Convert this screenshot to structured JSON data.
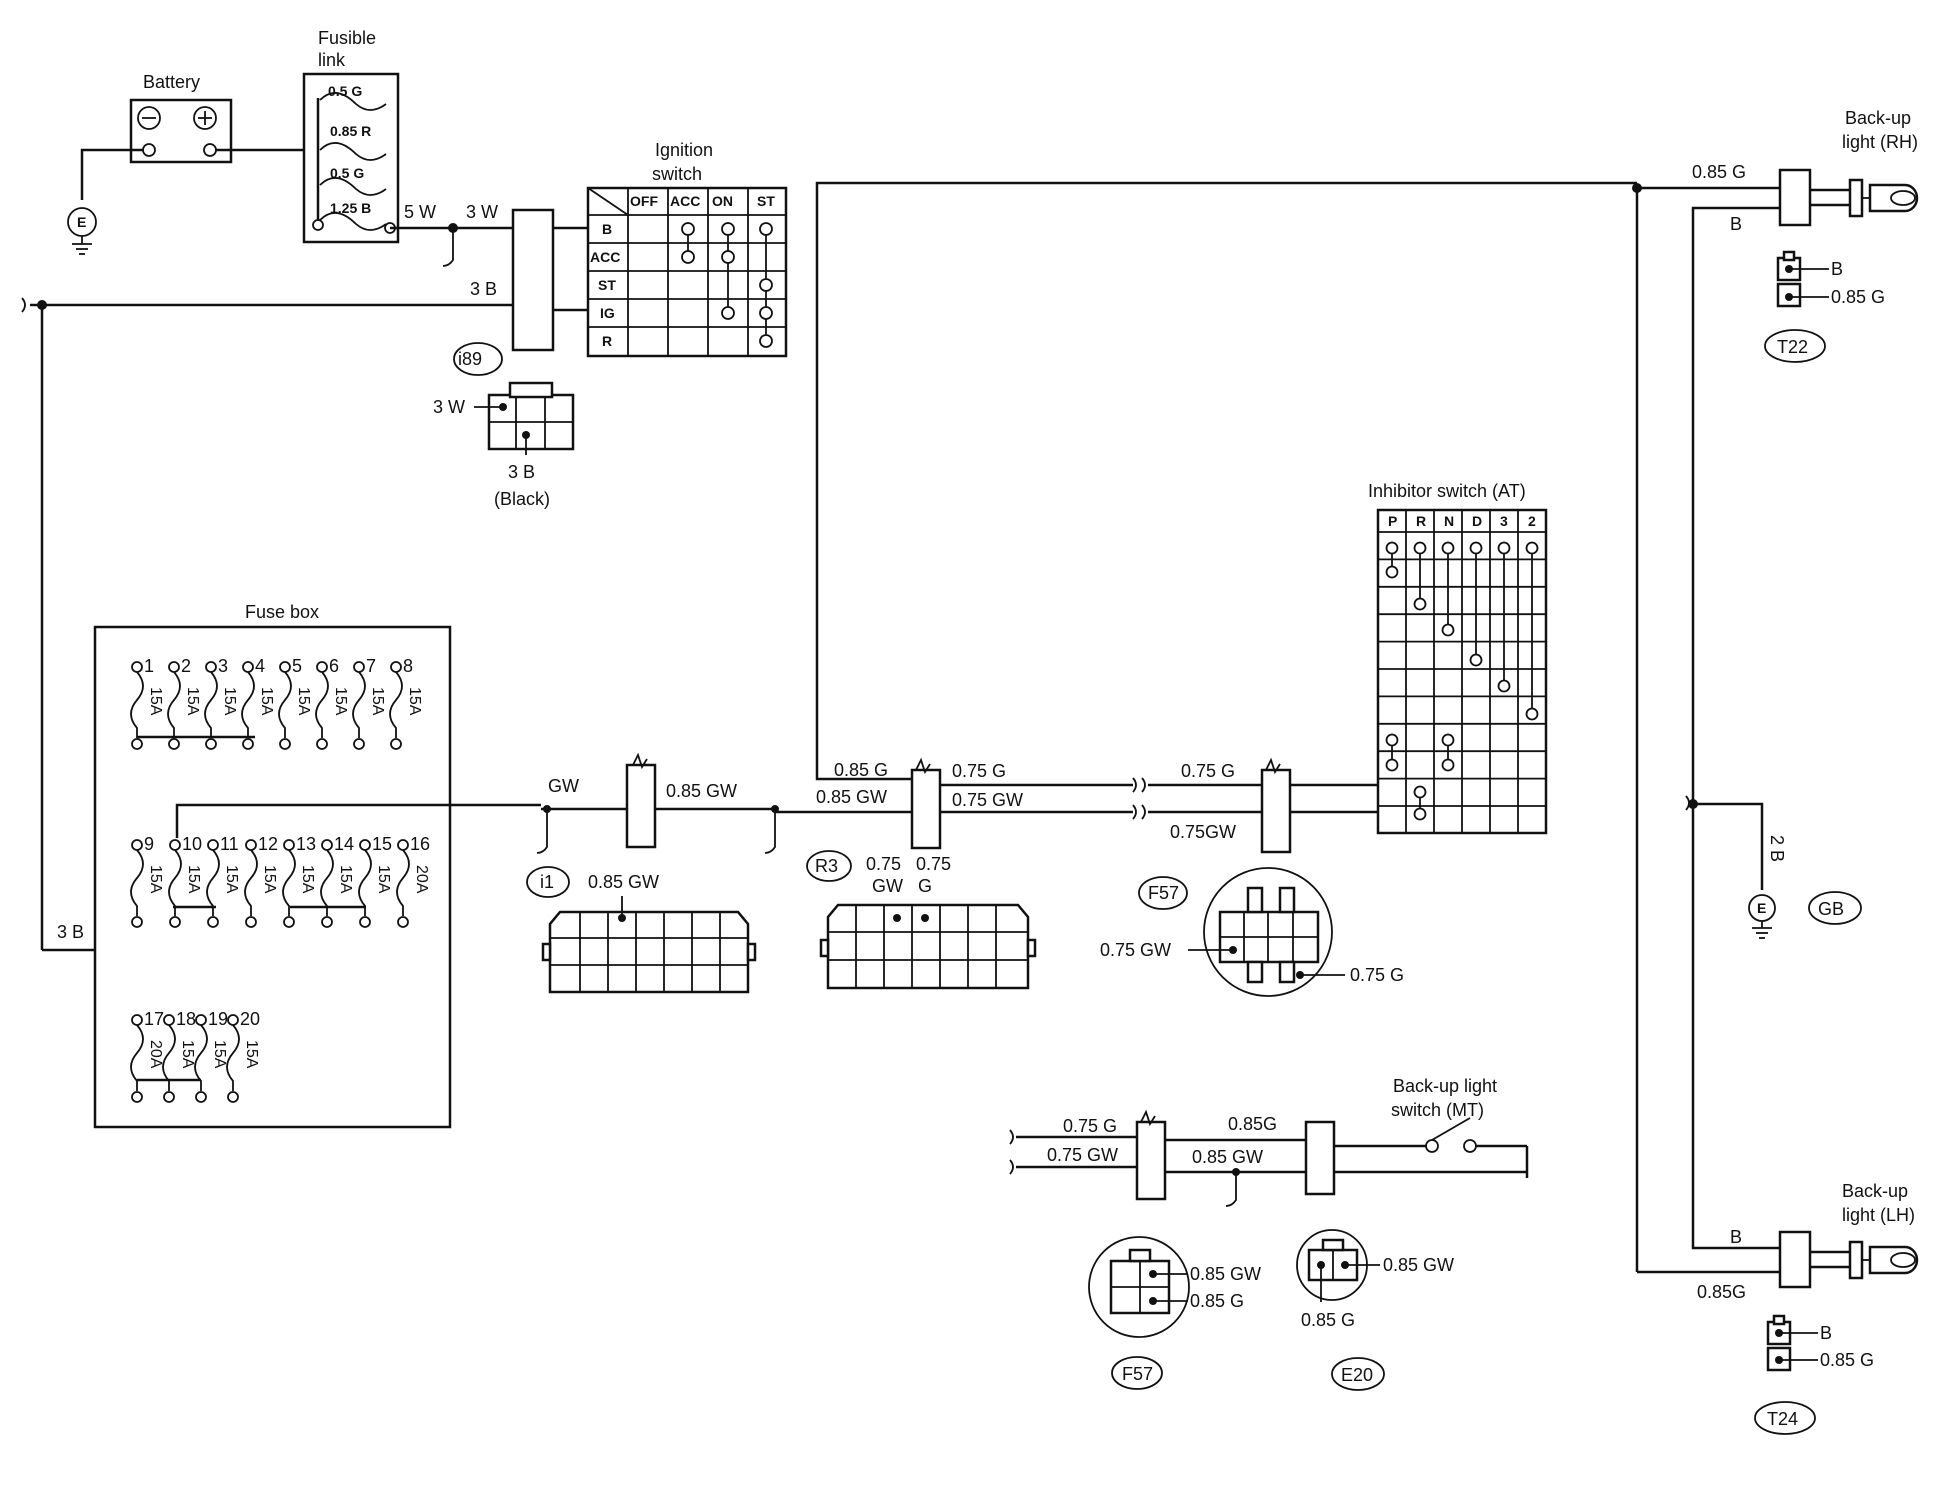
{
  "battery": {
    "title": "Battery"
  },
  "ground_mark": "E",
  "fusible_link": {
    "title_line1": "Fusible",
    "title_line2": "link",
    "links": [
      "0.5 G",
      "0.85 R",
      "0.5 G",
      "1.25 B"
    ]
  },
  "ignition_switch": {
    "title_line1": "Ignition",
    "title_line2": "switch",
    "columns": [
      "OFF",
      "ACC",
      "ON",
      "ST"
    ],
    "rows": [
      "B",
      "ACC",
      "ST",
      "IG",
      "R"
    ]
  },
  "connector_i89": {
    "id": "i89",
    "pin_label": "3 W",
    "pin_label2": "3 B",
    "note": "(Black)"
  },
  "wires": {
    "w5w": "5 W",
    "w3w": "3 W",
    "w3b_top": "3 B",
    "w3b_left": "3 B",
    "gw": "GW",
    "gw085": "0.85 GW",
    "g085_a": "0.85 G",
    "g075_a": "0.75 G",
    "gw085_b": "0.85 GW",
    "gw075_a": "0.75 GW",
    "g075_b": "0.75 G",
    "gw075_b": "0.75GW",
    "g085_rh": "0.85 G",
    "b_rh": "B",
    "b2": "2 B",
    "g075_mt": "0.75 G",
    "gw075_mt": "0.75 GW",
    "g085_mt": "0.85G",
    "gw085_mt": "0.85 GW",
    "b_lh": "B",
    "g085_lh": "0.85G"
  },
  "fuse_box": {
    "title": "Fuse box",
    "row1": [
      {
        "n": "1",
        "a": "15A"
      },
      {
        "n": "2",
        "a": "15A"
      },
      {
        "n": "3",
        "a": "15A"
      },
      {
        "n": "4",
        "a": "15A"
      },
      {
        "n": "5",
        "a": "15A"
      },
      {
        "n": "6",
        "a": "15A"
      },
      {
        "n": "7",
        "a": "15A"
      },
      {
        "n": "8",
        "a": "15A"
      }
    ],
    "row2": [
      {
        "n": "9",
        "a": "15A"
      },
      {
        "n": "10",
        "a": "15A"
      },
      {
        "n": "11",
        "a": "15A"
      },
      {
        "n": "12",
        "a": "15A"
      },
      {
        "n": "13",
        "a": "15A"
      },
      {
        "n": "14",
        "a": "15A"
      },
      {
        "n": "15",
        "a": "15A"
      },
      {
        "n": "16",
        "a": "20A"
      }
    ],
    "row3": [
      {
        "n": "17",
        "a": "20A"
      },
      {
        "n": "18",
        "a": "15A"
      },
      {
        "n": "19",
        "a": "15A"
      },
      {
        "n": "20",
        "a": "15A"
      }
    ]
  },
  "connector_i1": {
    "id": "i1",
    "pin": "0.85 GW"
  },
  "connector_r3": {
    "id": "R3",
    "pin1_top": "0.75",
    "pin1_bot": "GW",
    "pin2_top": "0.75",
    "pin2_bot": "G"
  },
  "connector_f57_top": {
    "id": "F57",
    "pin1": "0.75 GW",
    "pin2": "0.75 G"
  },
  "inhibitor_switch": {
    "title": "Inhibitor switch (AT)",
    "positions": [
      "P",
      "R",
      "N",
      "D",
      "3",
      "2"
    ]
  },
  "backup_rh": {
    "title_line1": "Back-up",
    "title_line2": "light (RH)",
    "pin1": "B",
    "pin2": "0.85 G",
    "connector": "T22"
  },
  "ground_gb": {
    "id": "GB"
  },
  "backup_switch_mt": {
    "title_line1": "Back-up light",
    "title_line2": "switch (MT)"
  },
  "connector_f57_bottom": {
    "id": "F57",
    "pin1": "0.85 GW",
    "pin2": "0.85 G"
  },
  "connector_e20": {
    "id": "E20",
    "pin1": "0.85 GW",
    "pin2": "0.85 G"
  },
  "backup_lh": {
    "title_line1": "Back-up",
    "title_line2": "light (LH)",
    "pin1": "B",
    "pin2": "0.85 G",
    "connector": "T24"
  }
}
